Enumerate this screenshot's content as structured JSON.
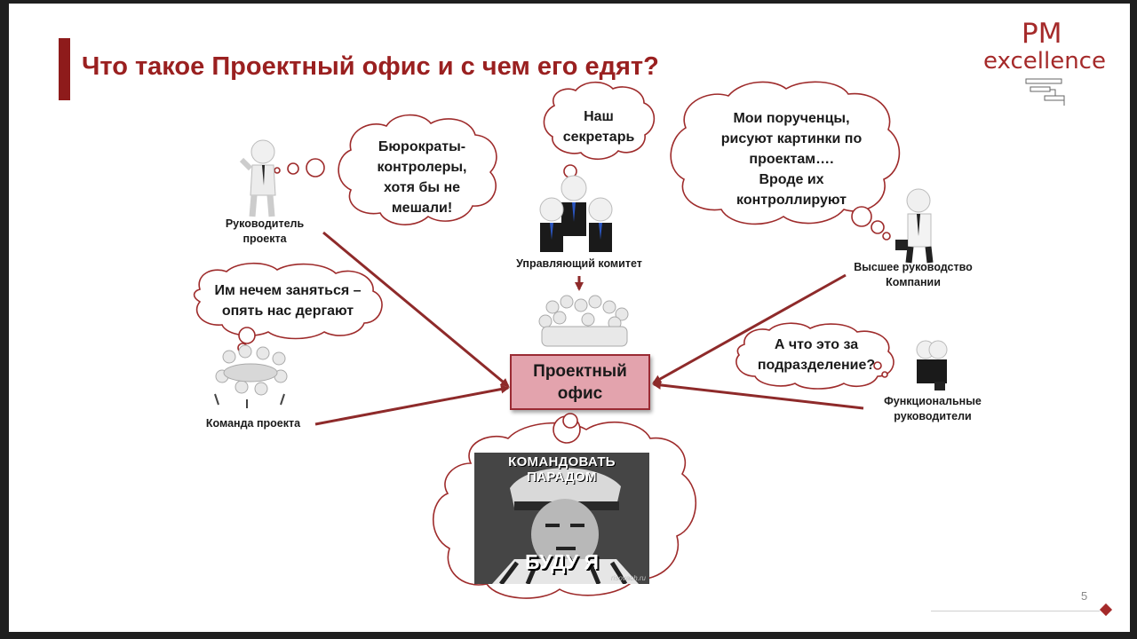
{
  "title": "Что такое Проектный офис и с чем его едят?",
  "logo": {
    "pm": "PM",
    "excellence": "excellence"
  },
  "center_box": "Проектный\nофис",
  "nodes": {
    "project_manager": "Руководитель\nпроекта",
    "steering_committee": "Управляющий комитет",
    "top_management": "Высшее руководство\nКомпании",
    "project_team": "Команда проекта",
    "functional_managers": "Функциональные\nруководители"
  },
  "bubbles": {
    "bureaucrats": "Бюрократы-\nконтролеры,\nхотя бы не\nмешали!",
    "secretary": "Наш\nсекретарь",
    "minions": "Мои порученцы,\nрисуют картинки по\nпроектам….\nВроде их\nконтроллируют",
    "nothing_to_do": "Им нечем заняться –\nопять нас дергают",
    "what_dept": "А что это за\nподразделение?"
  },
  "meme": {
    "top": "КОМАНДОВАТЬ ПАРАДОМ",
    "bottom": "БУДУ Я",
    "watermark": "risovach.ru"
  },
  "page_number": "5",
  "colors": {
    "accent": "#9a2020",
    "arrow": "#8e2a2a",
    "box_fill": "#e3a3ad",
    "cloud_stroke": "#9e2b2b"
  }
}
